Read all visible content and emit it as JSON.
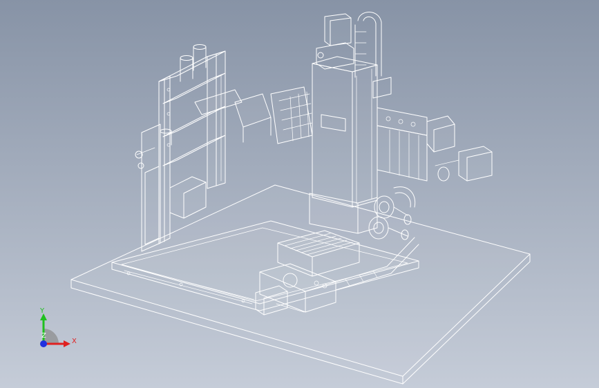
{
  "viewport": {
    "background_top": "#8793a6",
    "background_bottom": "#c5ccd8",
    "line_color": "#ffffff"
  },
  "triad": {
    "x_label": "X",
    "y_label": "Y",
    "z_label": "Z",
    "x_color": "#e02020",
    "y_color": "#20c020",
    "z_color": "#2030e0"
  }
}
